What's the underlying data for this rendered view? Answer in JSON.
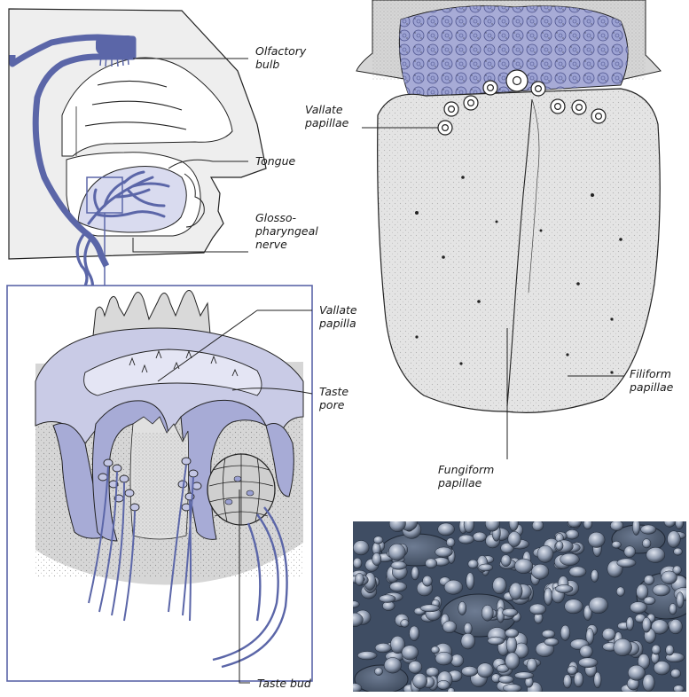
{
  "labels": {
    "olfactory_bulb": [
      "Olfactory",
      "bulb"
    ],
    "tongue": [
      "Tongue"
    ],
    "glossopharyngeal_nerve": [
      "Glosso-",
      "pharyngeal",
      "nerve"
    ],
    "vallate_papilla": [
      "Vallate",
      "papilla"
    ],
    "taste_pore": [
      "Taste",
      "pore"
    ],
    "taste_bud": [
      "Taste bud"
    ],
    "vallate_papillae": [
      "Vallate",
      "papillae"
    ],
    "filiform_papillae": [
      "Filiform",
      "papillae"
    ],
    "fungiform_papillae": [
      "Fungiform",
      "papillae"
    ]
  },
  "colors": {
    "nerve_blue": "#5b66a8",
    "lilac": "#c9cbe6",
    "lilac_mid": "#a7abd6",
    "lilac_dark": "#7f86c3",
    "tissue_gray": "#dcdcdc",
    "tongue_gray": "#e6e6e6",
    "micro_bg": "#3f4d63"
  }
}
